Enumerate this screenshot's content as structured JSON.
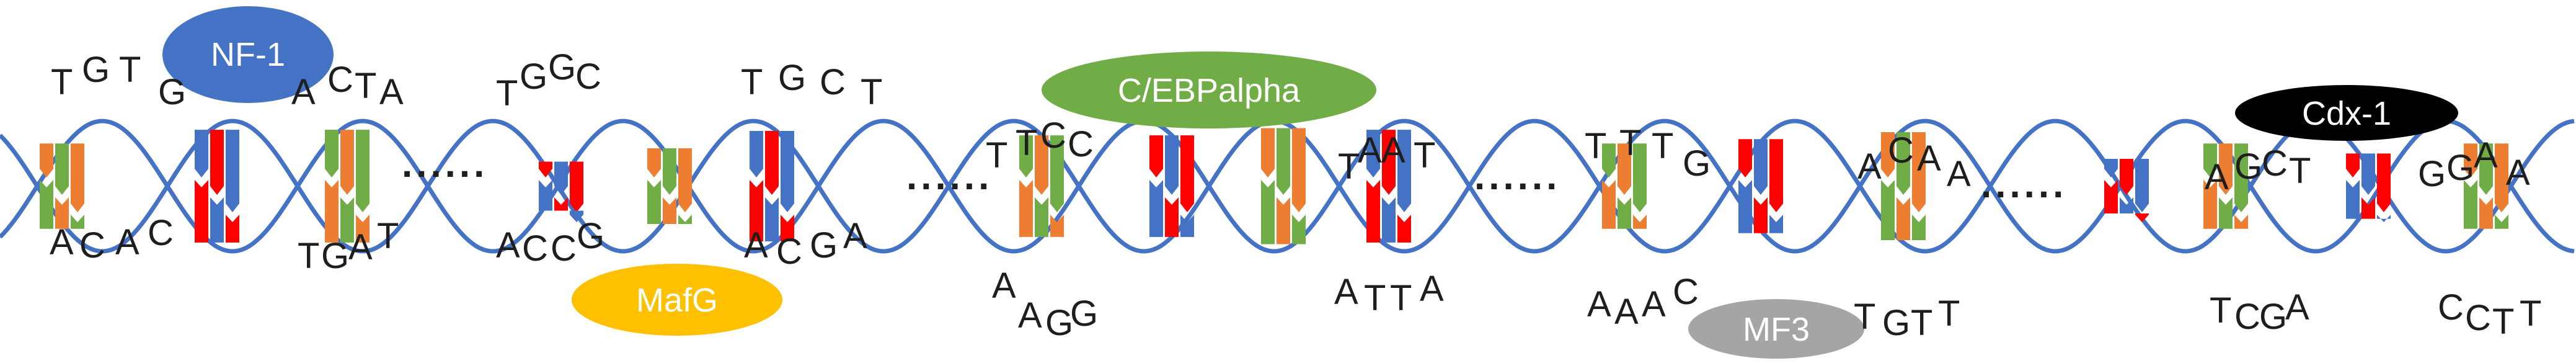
{
  "colors": {
    "strand": "#4472c4",
    "base_red": "#ff0000",
    "base_green": "#70ad47",
    "base_blue": "#4472c4",
    "base_orange": "#ed7d31",
    "text": "#1e1e1e"
  },
  "transcription_factors": [
    {
      "label": "NF-1",
      "fill": "#4472c4",
      "text_color": "#ffffff"
    },
    {
      "label": "MafG",
      "fill": "#ffc000",
      "text_color": "#ffffff"
    },
    {
      "label": "C/EBPalpha",
      "fill": "#70ad47",
      "text_color": "#ffffff"
    },
    {
      "label": "MF3",
      "fill": "#a5a5a5",
      "text_color": "#ffffff"
    },
    {
      "label": "Cdx-1",
      "fill": "#000000",
      "text_color": "#ffffff"
    }
  ],
  "ellipsis": "......",
  "motifs": [
    {
      "top": [
        "T",
        "G",
        "T",
        "G",
        "A",
        "C",
        "T",
        "A"
      ],
      "bottom": [
        "A",
        "C",
        "A",
        "C",
        "T",
        "G",
        "A",
        "T"
      ]
    },
    {
      "top": [
        "T",
        "G",
        "G",
        "C",
        "T",
        "G",
        "C",
        "T"
      ],
      "bottom": [
        "A",
        "C",
        "C",
        "G",
        "A",
        "C",
        "G",
        "A"
      ]
    },
    {
      "top": [
        "T",
        "T",
        "C",
        "C",
        "T",
        "A",
        "A",
        "T"
      ],
      "bottom": [
        "A",
        "A",
        "G",
        "G",
        "A",
        "T",
        "T",
        "A"
      ]
    },
    {
      "top": [
        "T",
        "T",
        "T",
        "G",
        "A",
        "C",
        "A",
        "A"
      ],
      "bottom": [
        "A",
        "A",
        "A",
        "C",
        "T",
        "G",
        "T",
        "T"
      ]
    },
    {
      "top": [
        "A",
        "G",
        "C",
        "T",
        "G",
        "G",
        "A",
        "A"
      ],
      "bottom": [
        "T",
        "C",
        "G",
        "A",
        "C",
        "C",
        "T",
        "T"
      ]
    }
  ]
}
